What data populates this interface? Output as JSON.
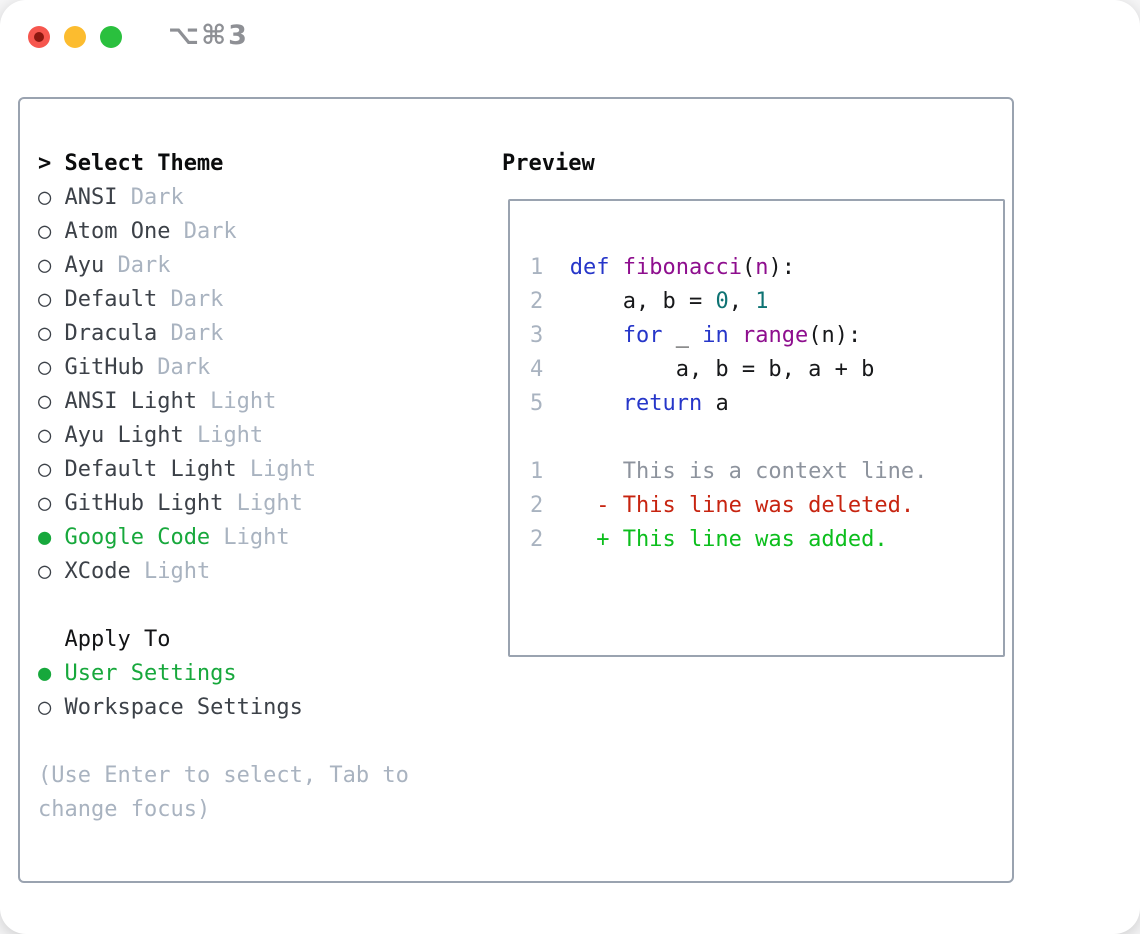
{
  "titlebar": {
    "shortcut": "⌥⌘3",
    "buttons": [
      "close",
      "minimize",
      "zoom"
    ]
  },
  "icons": {
    "cursor_marker": ">",
    "unselected_marker": "○",
    "selected_marker": "●"
  },
  "colors": {
    "selected_green": "#17a83c",
    "panel_border": "#9aa3b0",
    "item_text": "#3c4148",
    "variant_text": "#a9b3c0",
    "keyword_blue": "#2636c9",
    "function_purple": "#8e0e8e",
    "number_teal": "#0e7373",
    "diff_deleted_red": "#c72410",
    "diff_added_green": "#0cbe1d",
    "traffic_close": "#f6564e",
    "traffic_min": "#fcbc2f",
    "traffic_zoom": "#2ac03e"
  },
  "theme_panel": {
    "title": "Select Theme",
    "items": [
      {
        "name": "ANSI",
        "variant": "Dark",
        "selected": false
      },
      {
        "name": "Atom One",
        "variant": "Dark",
        "selected": false
      },
      {
        "name": "Ayu",
        "variant": "Dark",
        "selected": false
      },
      {
        "name": "Default",
        "variant": "Dark",
        "selected": false
      },
      {
        "name": "Dracula",
        "variant": "Dark",
        "selected": false
      },
      {
        "name": "GitHub",
        "variant": "Dark",
        "selected": false
      },
      {
        "name": "ANSI Light",
        "variant": "Light",
        "selected": false
      },
      {
        "name": "Ayu Light",
        "variant": "Light",
        "selected": false
      },
      {
        "name": "Default Light",
        "variant": "Light",
        "selected": false
      },
      {
        "name": "GitHub Light",
        "variant": "Light",
        "selected": false
      },
      {
        "name": "Google Code",
        "variant": "Light",
        "selected": true
      },
      {
        "name": "XCode",
        "variant": "Light",
        "selected": false
      }
    ],
    "apply_to": {
      "title": "Apply To",
      "options": [
        {
          "label": "User Settings",
          "selected": true
        },
        {
          "label": "Workspace Settings",
          "selected": false
        }
      ]
    },
    "hint_lines": [
      "(Use Enter to select, Tab to",
      "change focus)"
    ]
  },
  "preview_panel": {
    "title": "Preview",
    "lines": [
      {
        "num": "1",
        "tokens": [
          [
            "def",
            "kw"
          ],
          [
            " ",
            "pl"
          ],
          [
            "fibonacci",
            "fn"
          ],
          [
            "(",
            "pl"
          ],
          [
            "n",
            "fn"
          ],
          [
            "):",
            "pl"
          ]
        ]
      },
      {
        "num": "2",
        "tokens": [
          [
            "    a, b = ",
            "pl"
          ],
          [
            "0",
            "num"
          ],
          [
            ", ",
            "pl"
          ],
          [
            "1",
            "num"
          ]
        ]
      },
      {
        "num": "3",
        "tokens": [
          [
            "    ",
            "pl"
          ],
          [
            "for",
            "kw"
          ],
          [
            " _ ",
            "pl"
          ],
          [
            "in",
            "kw"
          ],
          [
            " ",
            "pl"
          ],
          [
            "range",
            "fn"
          ],
          [
            "(n):",
            "pl"
          ]
        ]
      },
      {
        "num": "4",
        "tokens": [
          [
            "        a, b = b, a + b",
            "pl"
          ]
        ]
      },
      {
        "num": "5",
        "tokens": [
          [
            "    ",
            "pl"
          ],
          [
            "return",
            "kw"
          ],
          [
            " a",
            "pl"
          ]
        ]
      },
      {
        "num": "",
        "tokens": []
      },
      {
        "num": "1",
        "tokens": [
          [
            "    This is a context line.",
            "ctx"
          ]
        ]
      },
      {
        "num": "2",
        "tokens": [
          [
            "  - This line was deleted.",
            "del"
          ]
        ]
      },
      {
        "num": "2",
        "tokens": [
          [
            "  + This line was added.",
            "add"
          ]
        ]
      }
    ]
  }
}
